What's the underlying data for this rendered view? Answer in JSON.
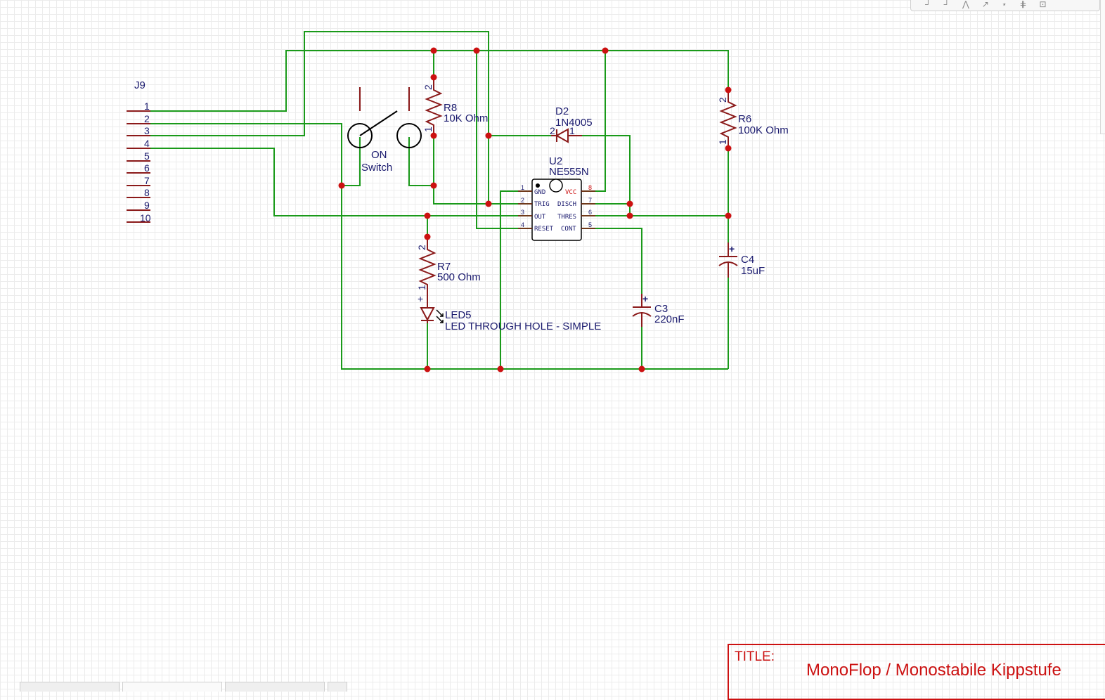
{
  "toolbar": {
    "tools": [
      "┘",
      "┘",
      "⋀",
      "↗",
      "⋆",
      "⋕",
      "⊡"
    ]
  },
  "components": {
    "j9": {
      "ref": "J9",
      "pins": [
        "1",
        "2",
        "3",
        "4",
        "5",
        "6",
        "7",
        "8",
        "9",
        "10"
      ]
    },
    "switch": {
      "name": "ON",
      "value": "Switch"
    },
    "r8": {
      "ref": "R8",
      "value": "10K Ohm",
      "pin1": "1",
      "pin2": "2"
    },
    "d2": {
      "ref": "D2",
      "value": "1N4005",
      "pin1": "1",
      "pin2": "2"
    },
    "u2": {
      "ref": "U2",
      "value": "NE555N",
      "left_pins": [
        {
          "num": "1",
          "name": "GND"
        },
        {
          "num": "2",
          "name": "TRIG"
        },
        {
          "num": "3",
          "name": "OUT"
        },
        {
          "num": "4",
          "name": "RESET"
        }
      ],
      "right_pins": [
        {
          "num": "8",
          "name": "VCC"
        },
        {
          "num": "7",
          "name": "DISCH"
        },
        {
          "num": "6",
          "name": "THRES"
        },
        {
          "num": "5",
          "name": "CONT"
        }
      ]
    },
    "r6": {
      "ref": "R6",
      "value": "100K Ohm",
      "pin1": "1",
      "pin2": "2"
    },
    "r7": {
      "ref": "R7",
      "value": "500 Ohm",
      "pin1": "1",
      "pin2": "2",
      "plus": "+"
    },
    "led5": {
      "ref": "LED5",
      "value": "LED THROUGH HOLE - SIMPLE"
    },
    "c3": {
      "ref": "C3",
      "value": "220nF",
      "plus": "+"
    },
    "c4": {
      "ref": "C4",
      "value": "15uF",
      "plus": "+"
    }
  },
  "title_block": {
    "label": "TITLE:",
    "value": "MonoFlop / Monostabile Kippstufe"
  },
  "colors": {
    "wire": "#1a9a1a",
    "junction": "#cc1111",
    "component": "#8b1a1a",
    "text": "#1a1a6e",
    "pin_red": "#cc1111"
  }
}
